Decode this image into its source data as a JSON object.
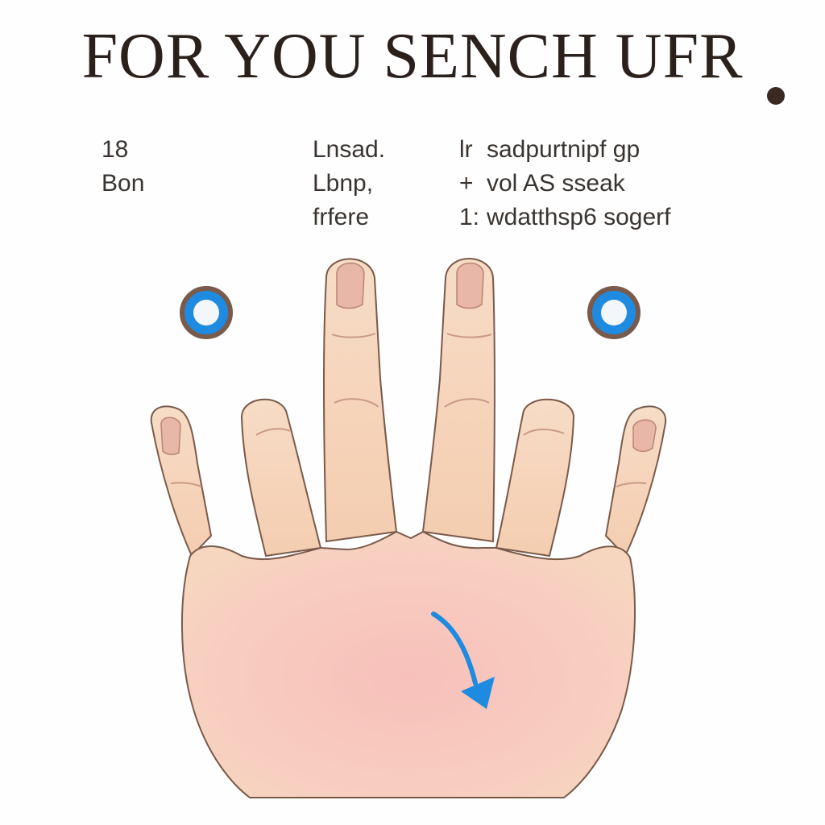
{
  "title": "FOR YOU SENCH UFR",
  "columns": {
    "left": [
      "18",
      "Bon"
    ],
    "middle": [
      "Lnsad.",
      "Lbnp,",
      "frfere"
    ],
    "right": [
      {
        "marker": "lr",
        "text": "sadpurtnipf gp"
      },
      {
        "marker": "+",
        "text": "vol AS sseak"
      },
      {
        "marker": "1:",
        "text": "wdatthsp6 sogerf"
      }
    ]
  },
  "colors": {
    "skin": "#f6d2b4",
    "palm": "#f7c4be",
    "outline": "#7a5a4a",
    "accent": "#1f8be0",
    "text": "#2b211c"
  },
  "icons": [
    "target-marker-icon",
    "curved-arrow-icon",
    "hand-illustration"
  ]
}
